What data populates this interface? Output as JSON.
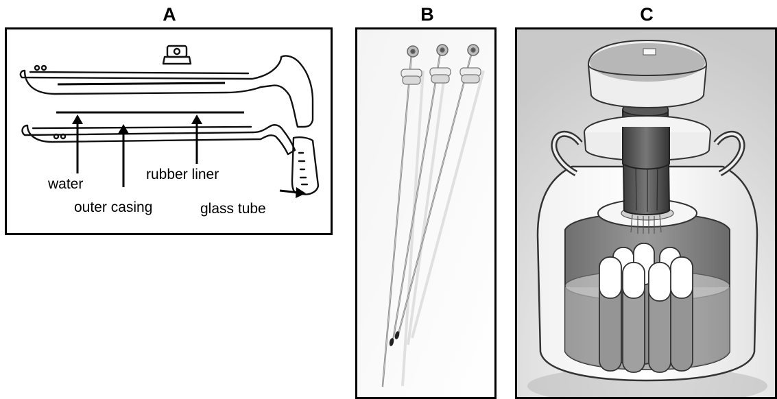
{
  "panels": {
    "a": {
      "title": "A",
      "labels": {
        "water": "water",
        "outer_casing": "outer casing",
        "rubber_liner": "rubber liner",
        "glass_tube": "glass tube"
      }
    },
    "b": {
      "title": "B"
    },
    "c": {
      "title": "C"
    }
  },
  "colors": {
    "frame": "#000000",
    "background": "#ffffff",
    "rod_metal": "#9a9a9a",
    "dewar_shade": "#6e6e6e",
    "cane_dark": "#4a4a4a"
  }
}
